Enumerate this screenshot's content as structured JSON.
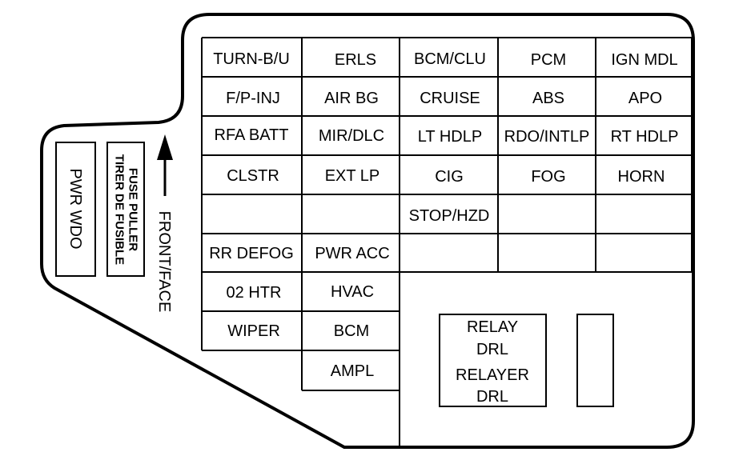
{
  "fuse_panel": {
    "rows": [
      [
        "TURN-B/U",
        "ERLS",
        "BCM/CLU",
        "PCM",
        "IGN MDL"
      ],
      [
        "F/P-INJ",
        "AIR BG",
        "CRUISE",
        "ABS",
        "APO"
      ],
      [
        "RFA BATT",
        "MIR/DLC",
        "LT HDLP",
        "RDO/INTLP",
        "RT HDLP"
      ],
      [
        "CLSTR",
        "EXT LP",
        "CIG",
        "FOG",
        "HORN"
      ],
      [
        "",
        "",
        "STOP/HZD",
        "",
        ""
      ],
      [
        "RR DEFOG",
        "PWR ACC",
        "",
        "",
        ""
      ],
      [
        "02 HTR",
        "HVAC"
      ],
      [
        "WIPER",
        "BCM"
      ],
      [
        "",
        "AMPL"
      ]
    ],
    "relay": {
      "line1": "RELAY",
      "line2": "DRL",
      "line3": "RELAYER",
      "line4": "DRL"
    },
    "pwr_wdo": "PWR WDO",
    "fuse_puller": {
      "line1": "FUSE PULLER",
      "line2": "TIRER DE FUSIBLE"
    },
    "front_face": "FRONT/FACE"
  }
}
